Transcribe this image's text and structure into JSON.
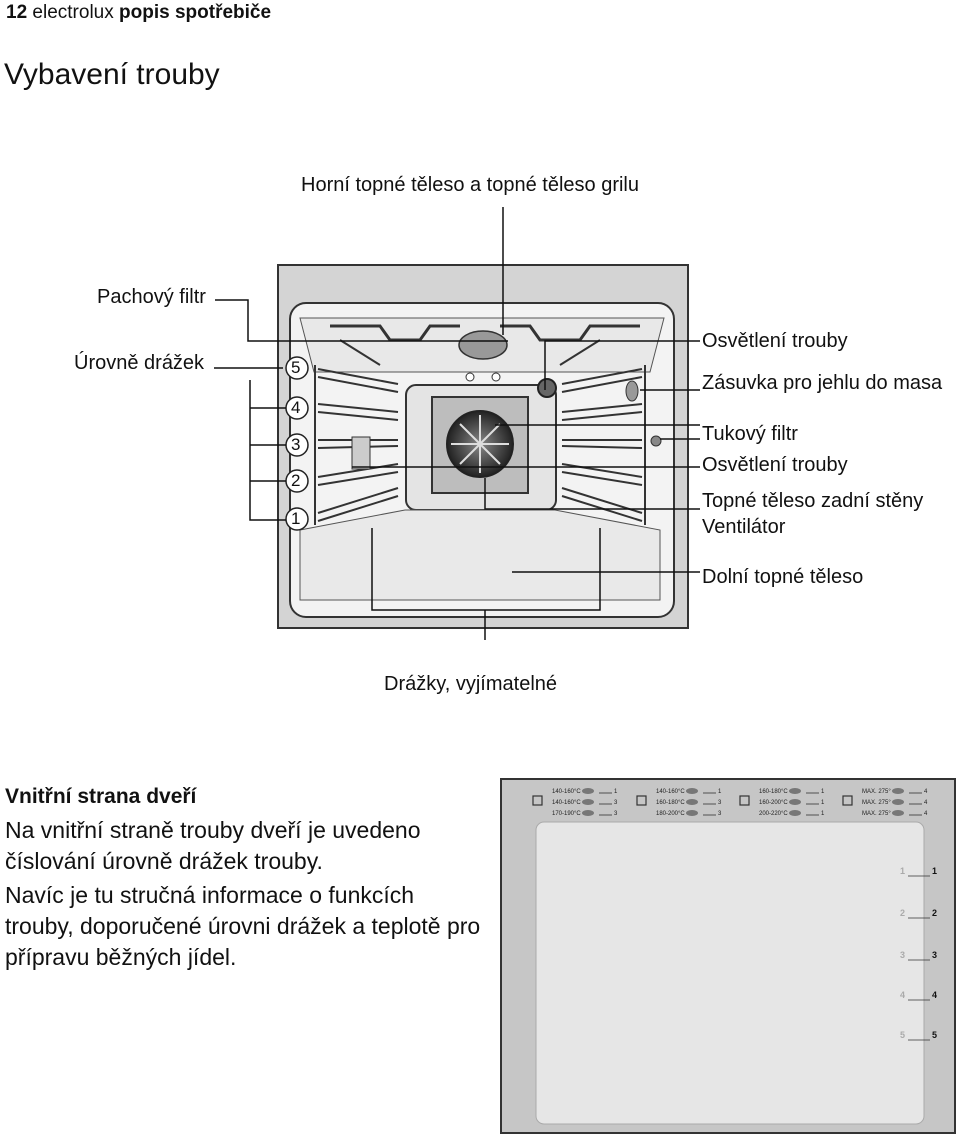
{
  "header": {
    "page_number": "12",
    "brand": "electrolux",
    "section": "popis spotřebiče"
  },
  "title": "Vybavení trouby",
  "diagram": {
    "labels": {
      "top_heater": "Horní topné těleso a topné těleso grilu",
      "odour_filter": "Pachový filtr",
      "shelf_levels": "Úrovně drážek",
      "oven_light_1": "Osvětlení trouby",
      "meat_probe_socket": "Zásuvka pro jehlu do masa",
      "grease_filter": "Tukový filtr",
      "oven_light_2": "Osvětlení trouby",
      "rear_heater": "Topné těleso zadní stěny",
      "fan": "Ventilátor",
      "bottom_heater": "Dolní topné těleso",
      "removable_runners": "Drážky, vyjímatelné"
    },
    "level_numbers": [
      "5",
      "4",
      "3",
      "2",
      "1"
    ]
  },
  "inside_door": {
    "title": "Vnitřní strana dveří",
    "paragraph1": "Na vnitřní straně trouby dveří je uvedeno číslování úrovně drážek trouby.",
    "paragraph2": "Navíc je tu stručná informace o funkcích trouby, doporučené úrovni drážek a teplotě pro přípravu běžných jídel.",
    "door_table": [
      [
        {
          "temp": "140-160°C",
          "level": "1"
        },
        {
          "temp": "140-160°C",
          "level": "3"
        },
        {
          "temp": "170-190°C",
          "level": "3"
        }
      ],
      [
        {
          "temp": "140-160°C",
          "level": "1"
        },
        {
          "temp": "160-180°C",
          "level": "3"
        },
        {
          "temp": "180-200°C",
          "level": "3"
        }
      ],
      [
        {
          "temp": "160-180°C",
          "level": "1"
        },
        {
          "temp": "160-200°C",
          "level": "1"
        },
        {
          "temp": "200-220°C",
          "level": "1"
        }
      ],
      [
        {
          "temp": "MAX. 275°",
          "level": "4"
        },
        {
          "temp": "MAX. 275°",
          "level": "4"
        },
        {
          "temp": "MAX. 275°",
          "level": "4"
        }
      ]
    ],
    "door_levels": [
      {
        "left": "1",
        "right": "1"
      },
      {
        "left": "2",
        "right": "2"
      },
      {
        "left": "3",
        "right": "3"
      },
      {
        "left": "4",
        "right": "4"
      },
      {
        "left": "5",
        "right": "5"
      }
    ]
  }
}
